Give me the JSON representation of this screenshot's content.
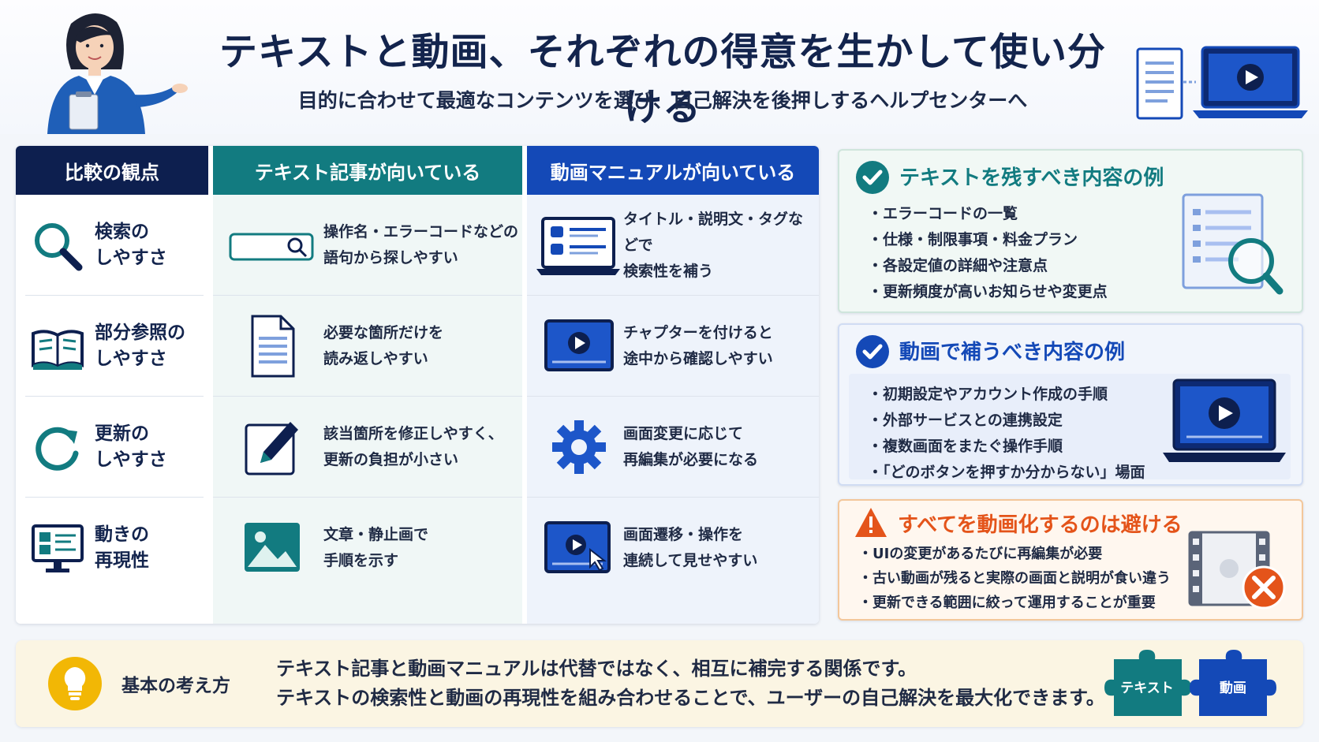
{
  "header": {
    "title": "テキストと動画、それぞれの得意を生かして使い分ける",
    "subtitle": "目的に合わせて最適なコンテンツを選び、自己解決を後押しするヘルプセンターへ"
  },
  "table": {
    "headers": [
      "比較の観点",
      "テキスト記事が向いている",
      "動画マニュアルが向いている"
    ],
    "rows": [
      {
        "label_line1": "検索の",
        "label_line2": "しやすさ",
        "label_icon": "magnifier-icon",
        "text_line1": "操作名・エラーコードなどの",
        "text_line2": "語句から探しやすい",
        "text_icon": "search-box-icon",
        "video_line1": "タイトル・説明文・タグなどで",
        "video_line2": "検索性を補う",
        "video_icon": "video-list-laptop-icon"
      },
      {
        "label_line1": "部分参照の",
        "label_line2": "しやすさ",
        "label_icon": "open-book-icon",
        "text_line1": "必要な箇所だけを",
        "text_line2": "読み返しやすい",
        "text_icon": "document-icon",
        "video_line1": "チャプターを付けると",
        "video_line2": "途中から確認しやすい",
        "video_icon": "video-player-icon"
      },
      {
        "label_line1": "更新の",
        "label_line2": "しやすさ",
        "label_icon": "refresh-icon",
        "text_line1": "該当箇所を修正しやすく、",
        "text_line2": "更新の負担が小さい",
        "text_icon": "edit-pencil-icon",
        "video_line1": "画面変更に応じて",
        "video_line2": "再編集が必要になる",
        "video_icon": "gear-icon"
      },
      {
        "label_line1": "動きの",
        "label_line2": "再現性",
        "label_icon": "monitor-icon",
        "text_line1": "文章・静止画で",
        "text_line2": "手順を示す",
        "text_icon": "image-icon",
        "video_line1": "画面遷移・操作を",
        "video_line2": "連続して見せやすい",
        "video_icon": "video-cursor-icon"
      }
    ]
  },
  "panels": {
    "text_keep": {
      "title": "テキストを残すべき内容の例",
      "items": [
        "エラーコードの一覧",
        "仕様・制限事項・料金プラン",
        "各設定値の詳細や注意点",
        "更新頻度が高いお知らせや変更点"
      ]
    },
    "video_supplement": {
      "title": "動画で補うべき内容の例",
      "items": [
        "初期設定やアカウント作成の手順",
        "外部サービスとの連携設定",
        "複数画面をまたぐ操作手順",
        "「どのボタンを押すか分からない」場面"
      ]
    },
    "avoid": {
      "title": "すべてを動画化するのは避ける",
      "items": [
        "UIの変更があるたびに再編集が必要",
        "古い動画が残ると実際の画面と説明が食い違う",
        "更新できる範囲に絞って運用することが重要"
      ]
    }
  },
  "bottom": {
    "label": "基本の考え方",
    "line1": "テキスト記事と動画マニュアルは代替ではなく、相互に補完する関係です。",
    "line2": "テキストの検索性と動画の再現性を組み合わせることで、ユーザーの自己解決を最大化できます。",
    "puzzle_text": "テキスト",
    "puzzle_video": "動画"
  },
  "colors": {
    "navy": "#0d1f4f",
    "teal": "#127b80",
    "blue": "#1449b7",
    "orange": "#e4541a",
    "bulb": "#f2b705"
  }
}
